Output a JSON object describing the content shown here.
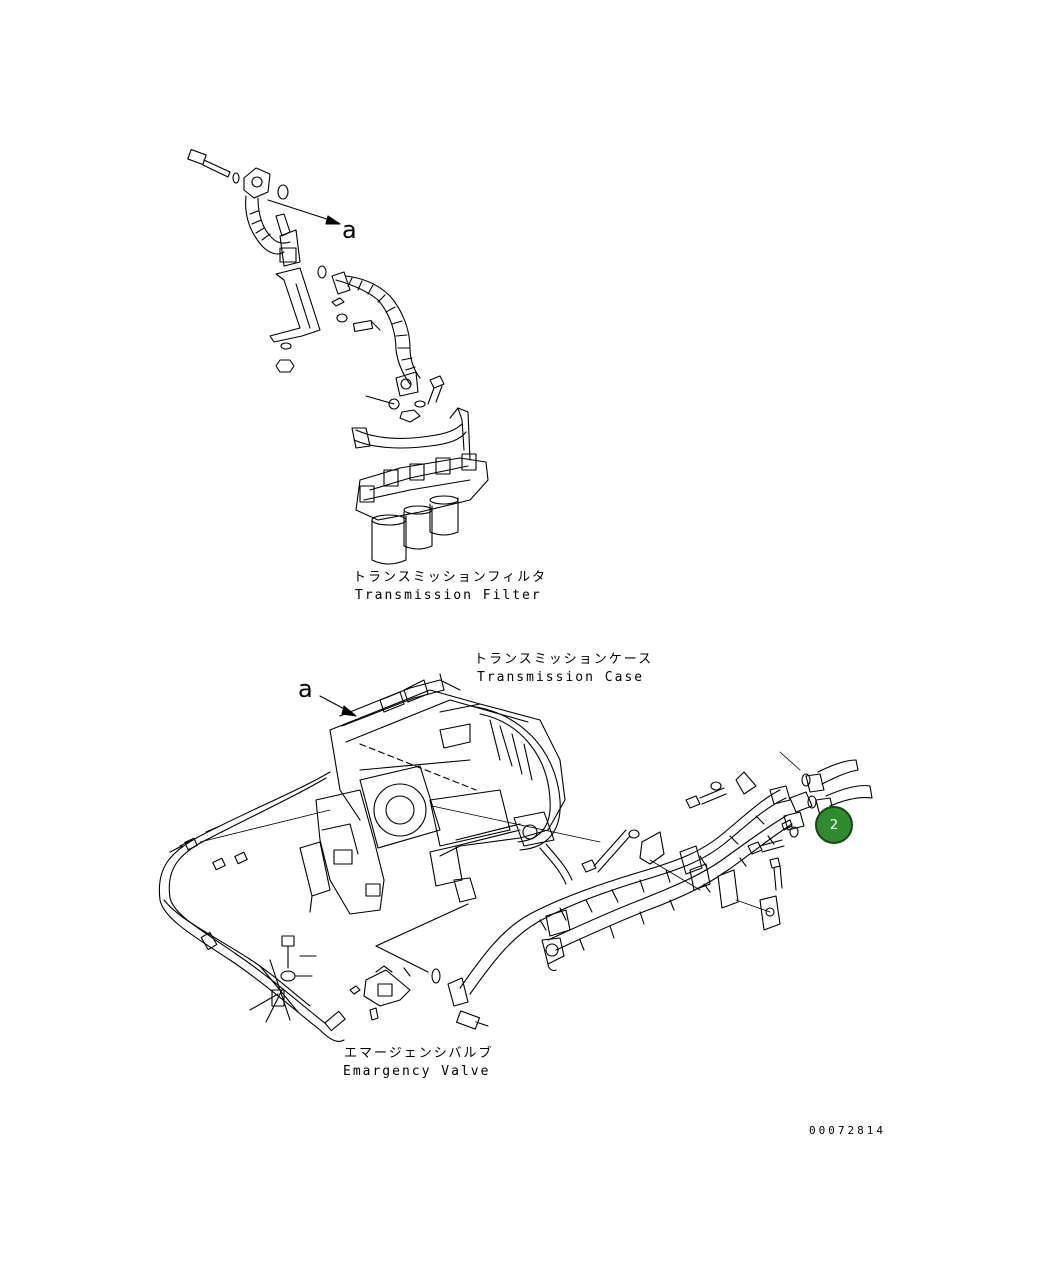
{
  "labels": {
    "filter_jp": "トランスミッションフィルタ",
    "filter_en": "Transmission Filter",
    "case_jp": "トランスミッションケース",
    "case_en": "Transmission Case",
    "valve_jp": "エマージェンシバルブ",
    "valve_en": "Emargency Valve"
  },
  "markers": {
    "a_top": "a",
    "a_case": "a"
  },
  "callouts": [
    {
      "number": "2",
      "color": "#2e8b2e"
    }
  ],
  "drawing_number": "00072814"
}
